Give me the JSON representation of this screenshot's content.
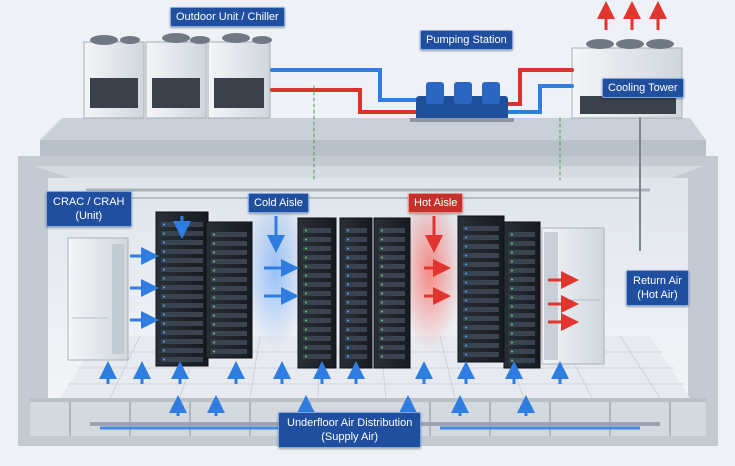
{
  "labels": {
    "outdoor_unit": "Outdoor Unit / Chiller",
    "pumping_station": "Pumping Station",
    "cooling_tower": "Cooling Tower",
    "crac_line1": "CRAC / CRAH",
    "crac_line2": "(Unit)",
    "cold_aisle": "Cold Aisle",
    "hot_aisle": "Hot Aisle",
    "return_air_line1": "Return Air",
    "return_air_line2": "(Hot Air)",
    "underfloor_line1": "Underfloor Air Distribution",
    "underfloor_line2": "(Supply Air)"
  },
  "colors": {
    "label_blue": "#1f4f9e",
    "label_red": "#c6302b",
    "cold_air": "#2f7de1",
    "hot_air": "#e2352f",
    "supply_pipe": "#2f7de1",
    "return_pipe": "#d9342b",
    "rack_body": "#1d2229",
    "floor": "#e7ebef"
  },
  "icons": [
    "blue-arrow-icon",
    "red-arrow-icon",
    "fan-icon",
    "pump-icon"
  ]
}
